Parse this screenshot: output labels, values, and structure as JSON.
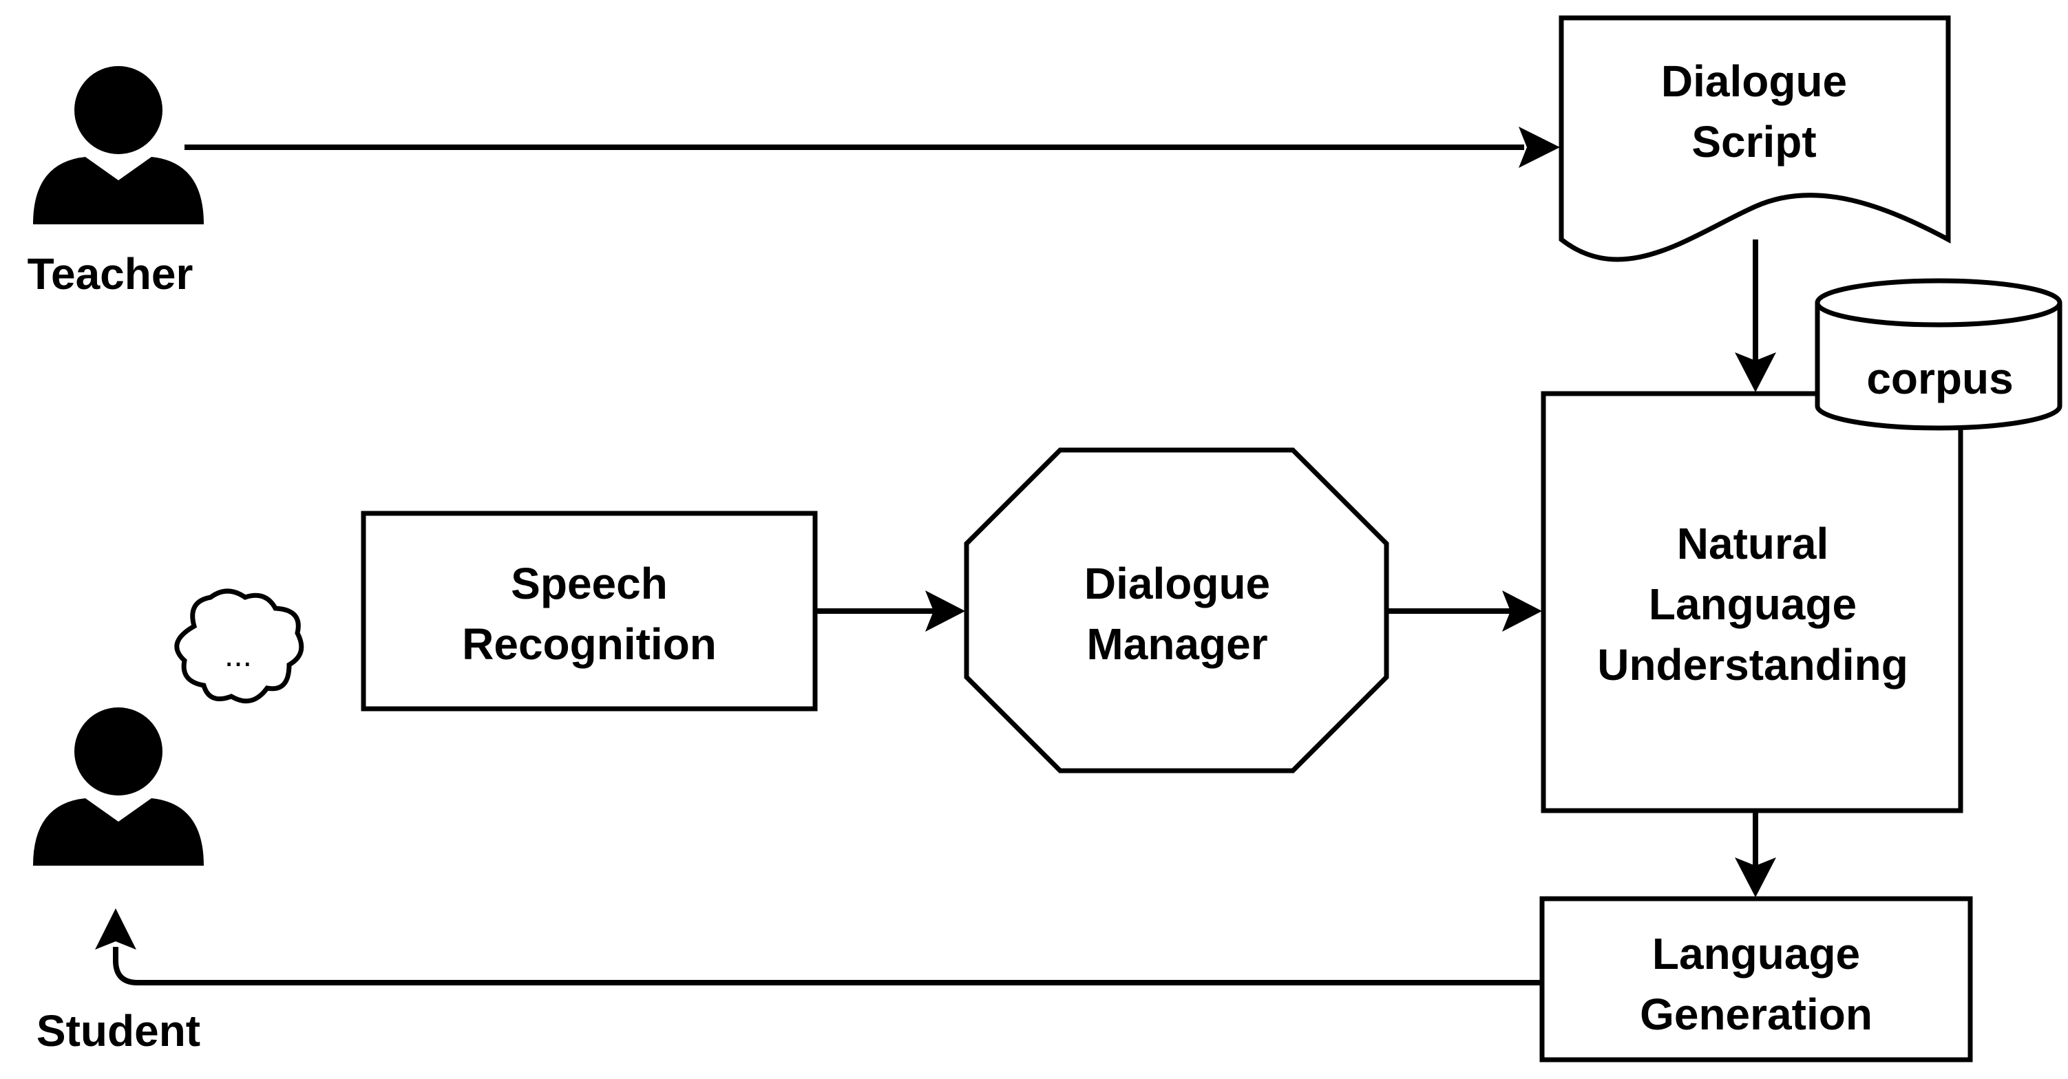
{
  "actors": {
    "teacher": "Teacher",
    "student": "Student"
  },
  "nodes": {
    "dialogue_script": [
      "Dialogue",
      "Script"
    ],
    "corpus": "corpus",
    "speech_recognition": [
      "Speech",
      "Recognition"
    ],
    "dialogue_manager": [
      "Dialogue",
      "Manager"
    ],
    "nlu": [
      "Natural",
      "Language",
      "Understanding"
    ],
    "language_generation": [
      "Language",
      "Generation"
    ],
    "thought_bubble": "..."
  },
  "colors": {
    "stroke": "#000000",
    "fill": "#ffffff"
  }
}
